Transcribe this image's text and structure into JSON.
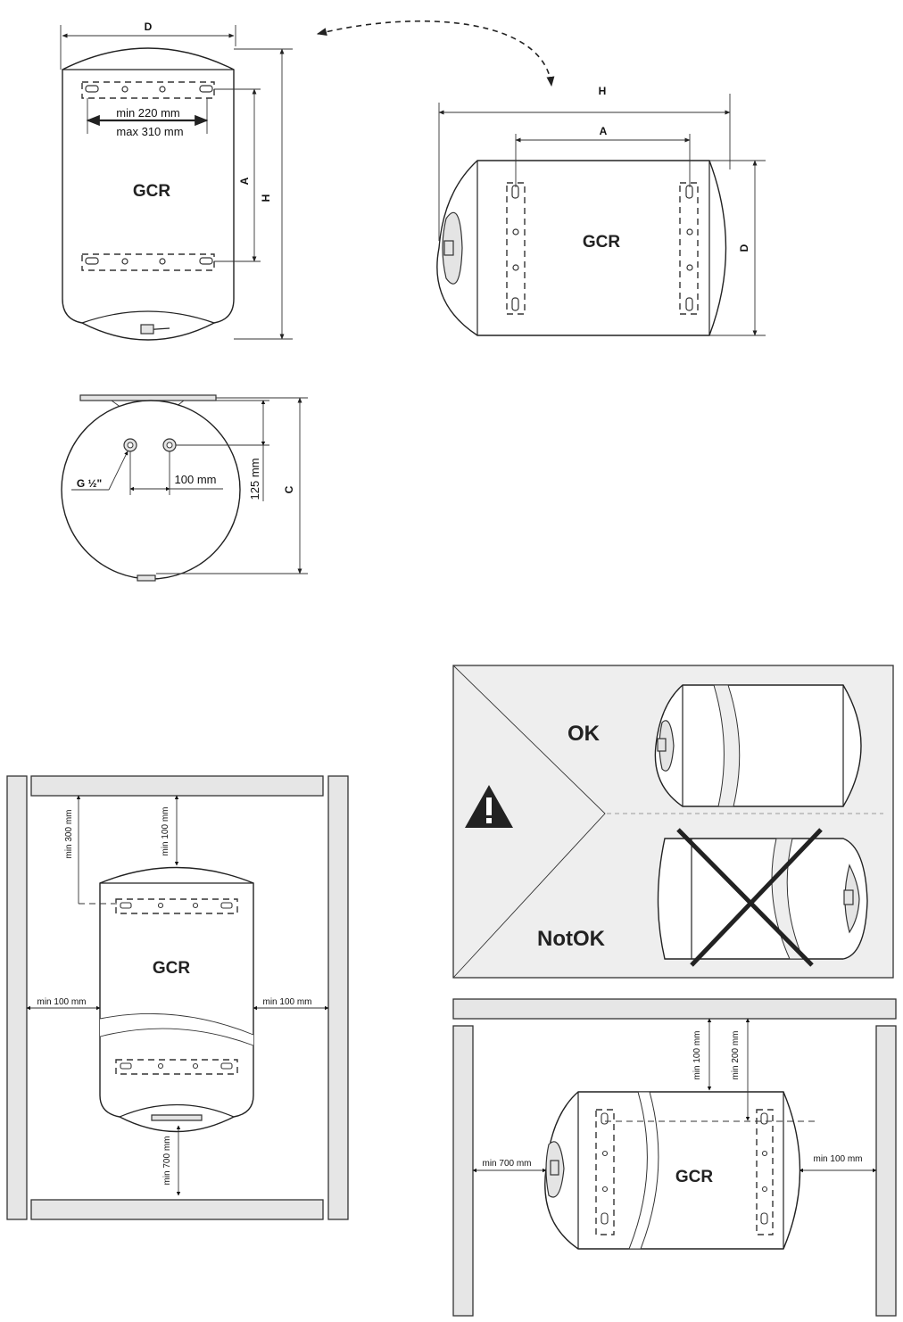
{
  "product": "GCR",
  "dims": {
    "d": "D",
    "h": "H",
    "a": "A",
    "c": "C"
  },
  "vertical": {
    "bracket_min": "min 220 mm",
    "bracket_max": "max 310 mm"
  },
  "pipes": {
    "spacing": "100 mm",
    "height": "125 mm",
    "thread": "G ½\""
  },
  "install_vertical": {
    "top_wall": "min 300 mm",
    "top": "min 100 mm",
    "left": "min 100 mm",
    "right": "min 100 mm",
    "bottom": "min 700 mm"
  },
  "orientation": {
    "ok": "OK",
    "not_ok": "NotOK",
    "warning_icon": "warning-triangle-icon"
  },
  "install_horizontal": {
    "top1": "min 100 mm",
    "top2": "min 200 mm",
    "left": "min 700 mm",
    "right": "min 100 mm"
  }
}
